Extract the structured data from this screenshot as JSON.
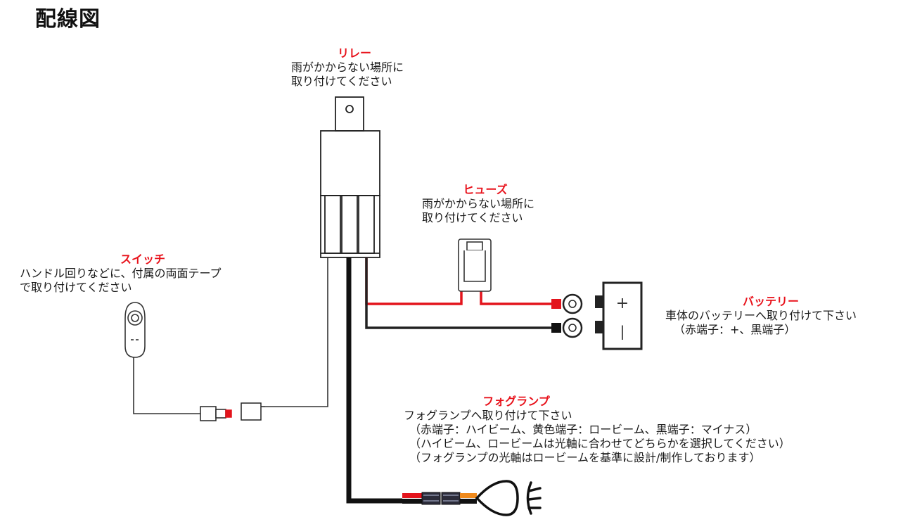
{
  "page": {
    "title": "配線図"
  },
  "relay": {
    "title": "リレー",
    "lines": [
      "雨がかからない場所に",
      "取り付けてください"
    ]
  },
  "fuse": {
    "title": "ヒューズ",
    "lines": [
      "雨がかからない場所に",
      "取り付けてください"
    ]
  },
  "switch": {
    "title": "スイッチ",
    "lines": [
      "ハンドル回りなどに、付属の両面テープ",
      "で取り付けてください"
    ]
  },
  "battery": {
    "title": "バッテリー",
    "lines": [
      "車体のバッテリーへ取り付けて下さい",
      "（赤端子：+、黒端子）"
    ],
    "plus_symbol": "+",
    "minus_symbol": "|"
  },
  "foglamp": {
    "title": "フォグランプ",
    "lines": [
      "フォグランプへ取り付けて下さい",
      "（赤端子：ハイビーム、黄色端子：ロービーム、黒端子：マイナス）",
      "（ハイビーム、ロービームは光軸に合わせてどちらかを選択してください）",
      "（フォグランプの光軸はロービームを基準に設計/制作しております）"
    ]
  },
  "colors": {
    "wire_red": "#e3141c",
    "wire_black": "#111111",
    "wire_orange": "#f08a1c",
    "label_red": "#e8121b",
    "outline": "#222222"
  },
  "icons": [
    "relay-icon",
    "fuse-icon",
    "switch-icon",
    "battery-icon",
    "fog-lamp-icon",
    "connector-icon",
    "ring-terminal-icon"
  ]
}
